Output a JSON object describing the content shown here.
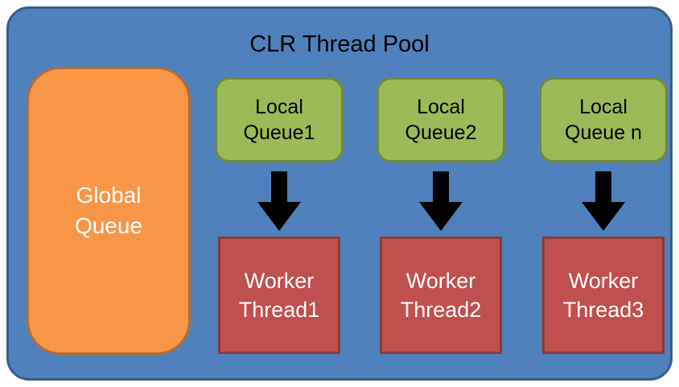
{
  "diagram": {
    "title": "CLR Thread Pool",
    "global_queue": {
      "line1": "Global",
      "line2": "Queue"
    },
    "columns": [
      {
        "queue_line1": "Local",
        "queue_line2": "Queue1",
        "worker_line1": "Worker",
        "worker_line2": "Thread1"
      },
      {
        "queue_line1": "Local",
        "queue_line2": "Queue2",
        "worker_line1": "Worker",
        "worker_line2": "Thread2"
      },
      {
        "queue_line1": "Local",
        "queue_line2": "Queue n",
        "worker_line1": "Worker",
        "worker_line2": "Thread3"
      }
    ],
    "colors": {
      "pool_fill": "#4f81bd",
      "pool_border": "#385d8a",
      "global_fill": "#f79646",
      "global_border": "#b66d31",
      "queue_fill": "#9bbb59",
      "queue_border": "#71893f",
      "worker_fill": "#c0504d",
      "worker_border": "#8c3836",
      "arrow": "#000000",
      "title_color": "#000000"
    }
  }
}
